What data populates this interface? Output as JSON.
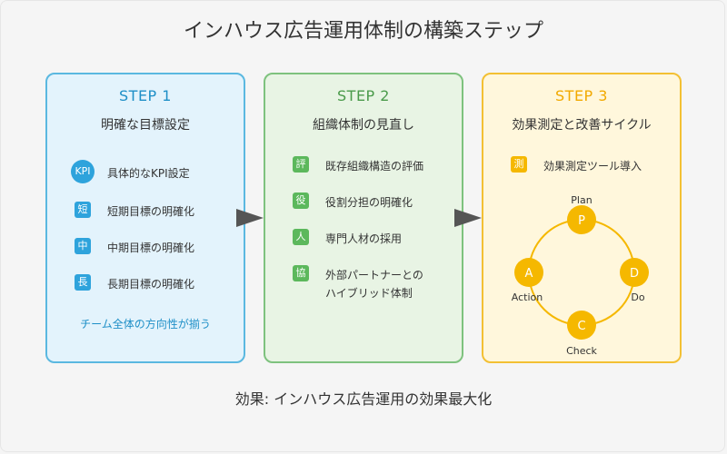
{
  "title": "インハウス広告運用体制の構築ステップ",
  "steps": [
    {
      "label": "STEP 1",
      "subtitle": "明確な目標設定",
      "items": [
        {
          "badge": "KPI",
          "text": "具体的なKPI設定"
        },
        {
          "badge": "短",
          "text": "短期目標の明確化"
        },
        {
          "badge": "中",
          "text": "中期目標の明確化"
        },
        {
          "badge": "長",
          "text": "長期目標の明確化"
        }
      ],
      "note": "チーム全体の方向性が揃う"
    },
    {
      "label": "STEP 2",
      "subtitle": "組織体制の見直し",
      "items": [
        {
          "badge": "評",
          "text": "既存組織構造の評価"
        },
        {
          "badge": "役",
          "text": "役割分担の明確化"
        },
        {
          "badge": "人",
          "text": "専門人材の採用"
        },
        {
          "badge": "協",
          "text": "外部パートナーとの",
          "text2": "ハイブリッド体制"
        }
      ]
    },
    {
      "label": "STEP 3",
      "subtitle": "効果測定と改善サイクル",
      "items": [
        {
          "badge": "測",
          "text": "効果測定ツール導入"
        }
      ],
      "cycle": {
        "nodes": [
          {
            "letter": "P",
            "label": "Plan"
          },
          {
            "letter": "D",
            "label": "Do"
          },
          {
            "letter": "C",
            "label": "Check"
          },
          {
            "letter": "A",
            "label": "Action"
          }
        ]
      }
    }
  ],
  "result": "効果: インハウス広告運用の効果最大化",
  "colors": {
    "step1": "#2ea3dc",
    "step2": "#5cb85c",
    "step3": "#f5b800",
    "arrow": "#555555"
  }
}
